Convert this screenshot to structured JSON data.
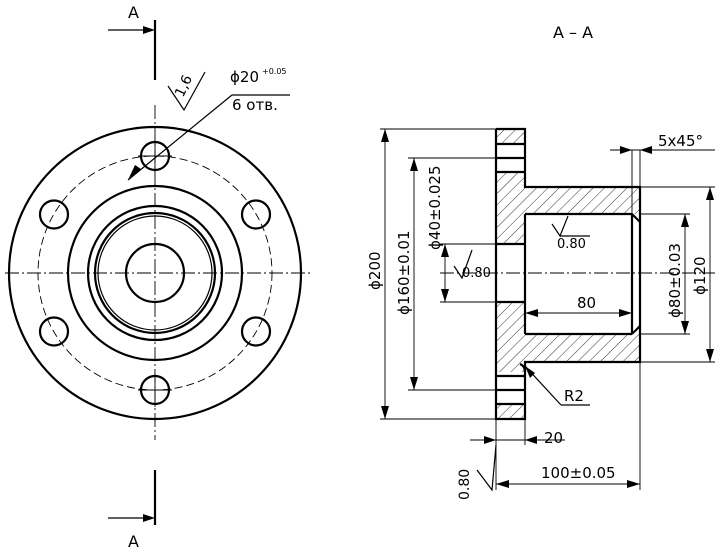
{
  "section_marks": {
    "top": "A",
    "bottom": "A",
    "title": "A – A"
  },
  "front_view": {
    "hole_dia": "ϕ20",
    "hole_tol": "+0.05",
    "hole_count": "6 отв.",
    "roughness": "1,6"
  },
  "section_view": {
    "dim_outer_dia": "ϕ200",
    "dim_bolt_circle": "ϕ160±0.01",
    "dim_bore": "ϕ40±0.025",
    "dim_inner_dia": "ϕ80±0.03",
    "dim_hub_dia": "ϕ120",
    "dim_chamfer": "5x45°",
    "dim_depth": "80",
    "dim_flange_thk": "20",
    "dim_length": "100±0.05",
    "dim_radius": "R2",
    "roughness_inner": "0.80",
    "roughness_bore": "0.80",
    "roughness_face": "0.80"
  }
}
